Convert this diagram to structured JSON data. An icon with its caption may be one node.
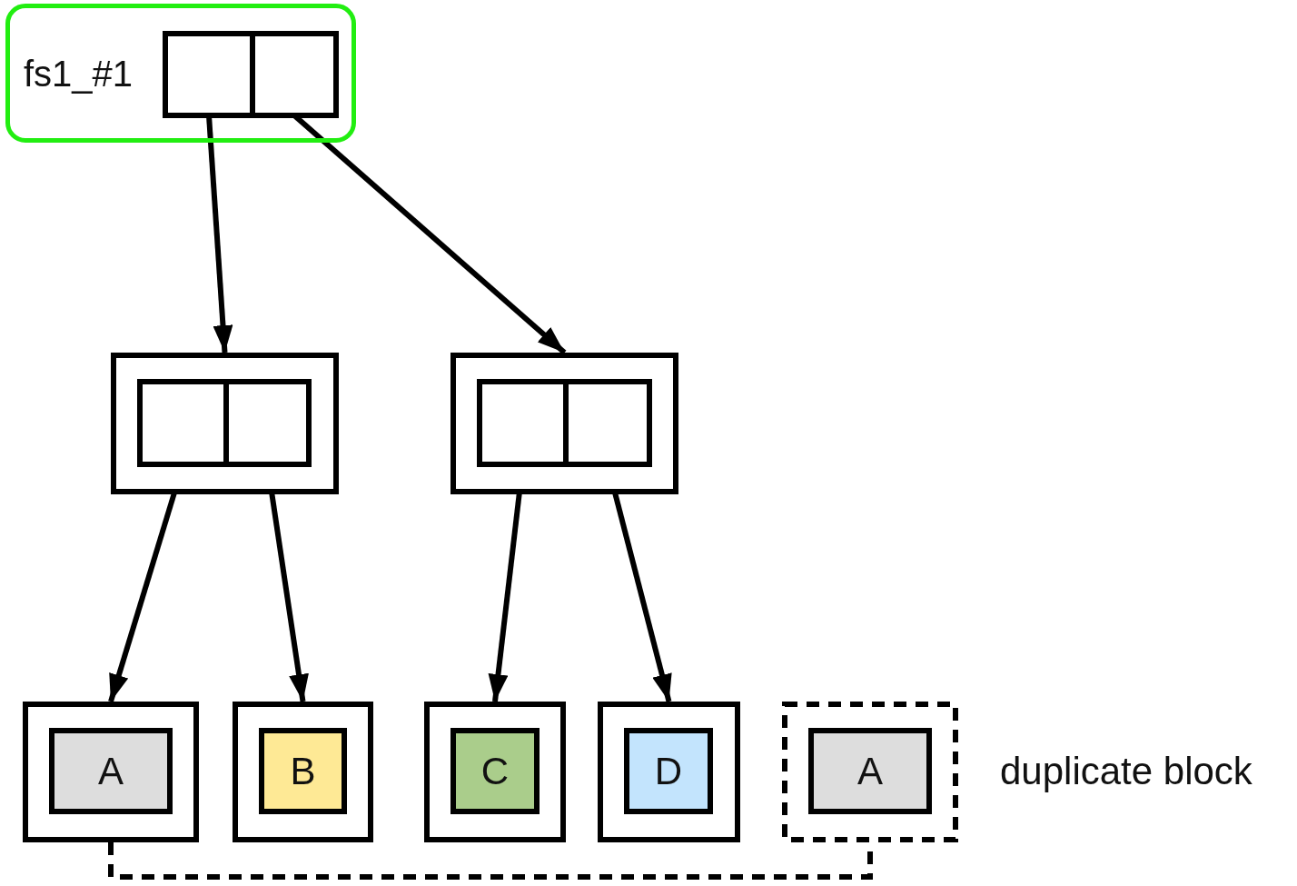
{
  "diagram": {
    "nodes": [
      {
        "text": [
          "fs1_#1"
        ]
      },
      {
        "text": [],
        "shape": "box",
        "in": 0
      },
      {
        "text": [],
        "shape": "box",
        "in": 0
      },
      {
        "text": [],
        "shape": "box"
      },
      {
        "text": [],
        "shape": "box",
        "in": 3
      },
      {
        "text": [],
        "shape": "box",
        "in": 3
      },
      {
        "text": [],
        "shape": "box"
      },
      {
        "text": [],
        "shape": "box",
        "in": 6
      },
      {
        "text": [],
        "shape": "box",
        "in": 6
      },
      {
        "text": [],
        "shape": "box"
      },
      {
        "text": [
          "A"
        ],
        "in": 9
      },
      {
        "text": [],
        "shape": "box"
      },
      {
        "text": [
          "B"
        ],
        "in": 11
      },
      {
        "text": [],
        "shape": "box"
      },
      {
        "text": [
          "C"
        ],
        "in": 13
      },
      {
        "text": [],
        "shape": "box"
      },
      {
        "text": [
          "D"
        ],
        "in": 15
      },
      {
        "text": [],
        "shape": "box",
        "beside": [
          "duplicate block"
        ]
      },
      {
        "text": [
          "A"
        ],
        "in": 17
      }
    ],
    "edges": [
      {
        "from": 1,
        "to": 3,
        "arrow": "to"
      },
      {
        "from": 2,
        "to": 6,
        "arrow": "to"
      },
      {
        "from": 4,
        "to": 9,
        "arrow": "to"
      },
      {
        "from": 5,
        "to": 11,
        "arrow": "to"
      },
      {
        "from": 7,
        "to": 13,
        "arrow": "to"
      },
      {
        "from": 8,
        "to": 15,
        "arrow": "to"
      },
      {
        "from": 9,
        "to": 17,
        "arrow": "none",
        "style": "dashed"
      }
    ]
  }
}
